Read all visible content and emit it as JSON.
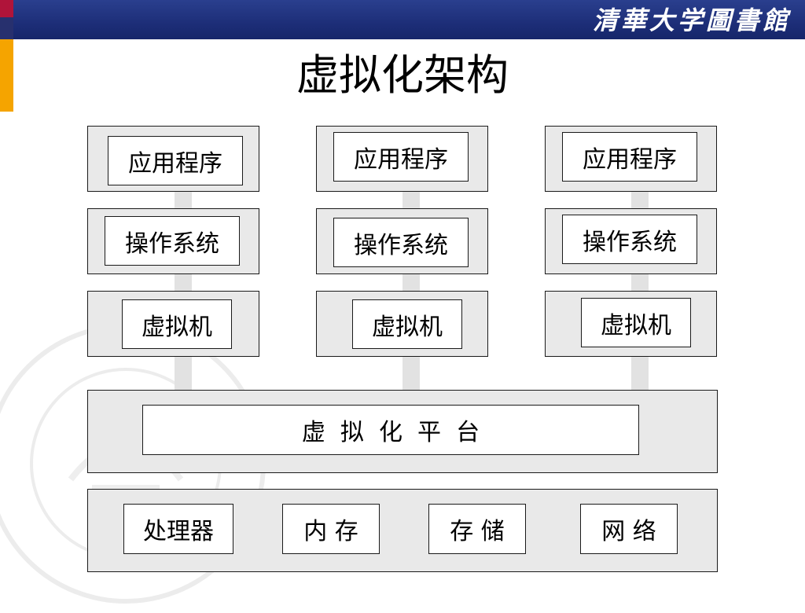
{
  "header": {
    "logo_text": "清華大学圖書館"
  },
  "title": "虚拟化架构",
  "columns": [
    {
      "app": "应用程序",
      "os": "操作系统",
      "vm": "虚拟机"
    },
    {
      "app": "应用程序",
      "os": "操作系统",
      "vm": "虚拟机"
    },
    {
      "app": "应用程序",
      "os": "操作系统",
      "vm": "虚拟机"
    }
  ],
  "platform": "虚  拟  化  平  台",
  "hardware": [
    "处理器",
    "内 存",
    "存 储",
    "网 络"
  ],
  "colors": {
    "header_blue": "#1d2e78",
    "accent_red": "#b0143a",
    "accent_orange": "#f5a400",
    "layer_gray": "#e9e9e9"
  }
}
